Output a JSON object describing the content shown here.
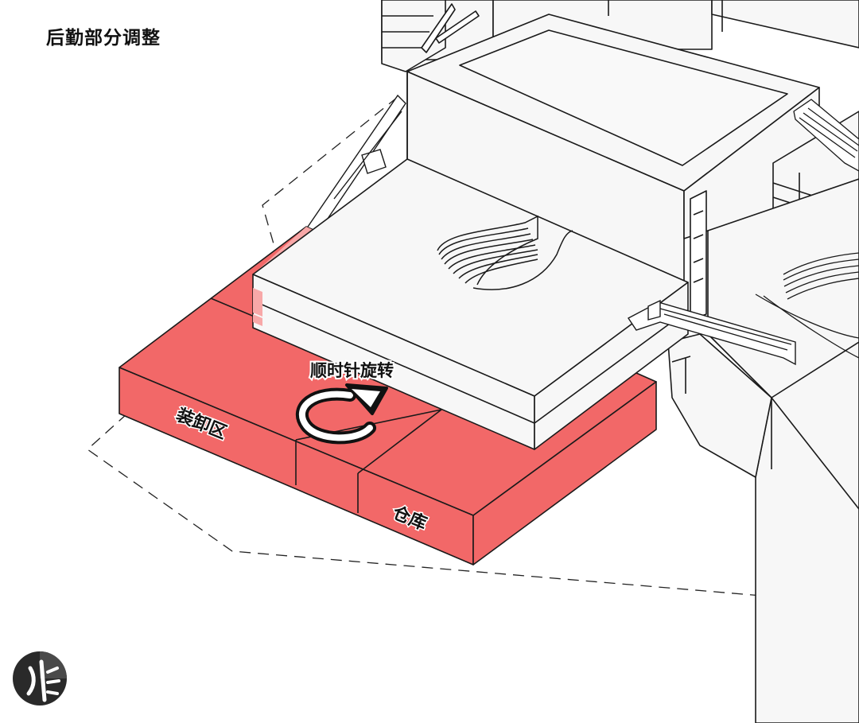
{
  "title": "后勤部分调整",
  "labels": {
    "rotate": "顺时针旋转",
    "loading_zone": "装卸区",
    "warehouse": "仓库"
  },
  "colors": {
    "highlight": "#f26868",
    "highlight_light": "#f8a8a8",
    "line": "#1a1a1a",
    "building": "#f7f7f7"
  },
  "icons": {
    "rotate": "clockwise-arrow-icon",
    "logo": "logo-badge-icon"
  }
}
